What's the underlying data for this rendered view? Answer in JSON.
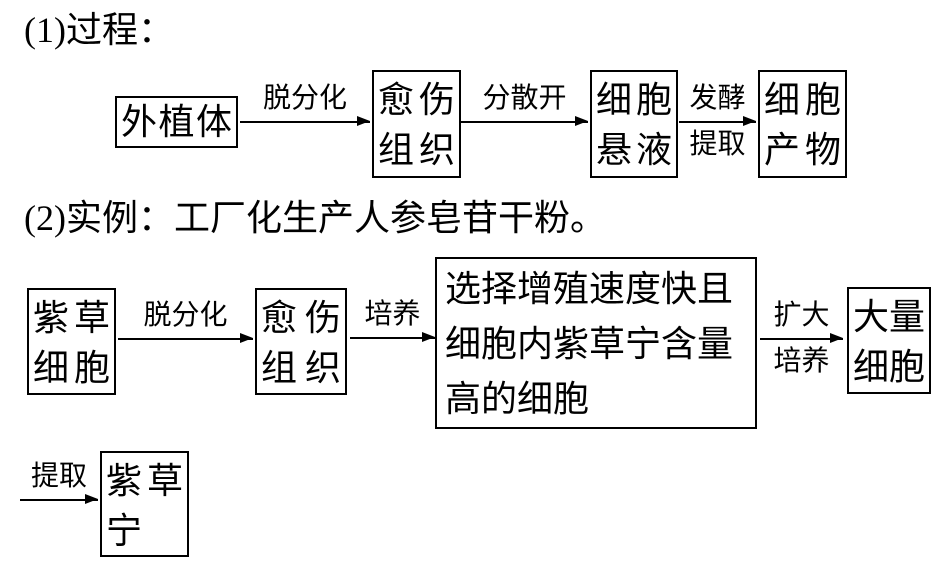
{
  "colors": {
    "background": "#ffffff",
    "ink": "#000000"
  },
  "section1": {
    "heading": "(1)过程："
  },
  "flow1": {
    "nodes": [
      {
        "name": "explant",
        "lines": [
          "外植体"
        ]
      },
      {
        "name": "callus",
        "lines": [
          "愈伤",
          "组织"
        ]
      },
      {
        "name": "cell-suspension",
        "lines": [
          "细胞",
          "悬液"
        ]
      },
      {
        "name": "cell-product",
        "lines": [
          "细胞",
          "产物"
        ]
      }
    ],
    "arrows": [
      {
        "top": "脱分化"
      },
      {
        "top": "分散开"
      },
      {
        "top": "发酵",
        "bottom": "提取"
      }
    ]
  },
  "section2": {
    "heading": "(2)实例：工厂化生产人参皂苷干粉。"
  },
  "flow2": {
    "nodes": [
      {
        "name": "lithospermum-cells",
        "lines": [
          "紫草",
          "细胞"
        ]
      },
      {
        "name": "callus",
        "lines": [
          "愈伤",
          "组织"
        ]
      },
      {
        "name": "selected-cells",
        "lines": [
          "选择增殖速度快且",
          "细胞内紫草宁含量",
          "高的细胞"
        ]
      },
      {
        "name": "mass-cells",
        "lines": [
          "大量",
          "细胞"
        ]
      }
    ],
    "arrows": [
      {
        "top": "脱分化"
      },
      {
        "top": "培养"
      },
      {
        "top": "扩大",
        "bottom": "培养"
      }
    ]
  },
  "flow3": {
    "arrows": [
      {
        "top": "提取"
      }
    ],
    "nodes": [
      {
        "name": "shikonin",
        "lines": [
          "紫草",
          "宁"
        ]
      }
    ]
  }
}
